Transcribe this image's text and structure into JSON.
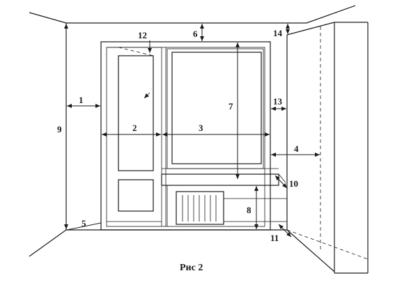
{
  "figure": {
    "caption": "Рис 2",
    "dimension_labels": [
      "1",
      "2",
      "3",
      "4",
      "5",
      "6",
      "7",
      "8",
      "9",
      "10",
      "11",
      "12",
      "13",
      "14"
    ]
  },
  "colors": {
    "ink": "#1a1a1a",
    "paper": "#ffffff"
  }
}
